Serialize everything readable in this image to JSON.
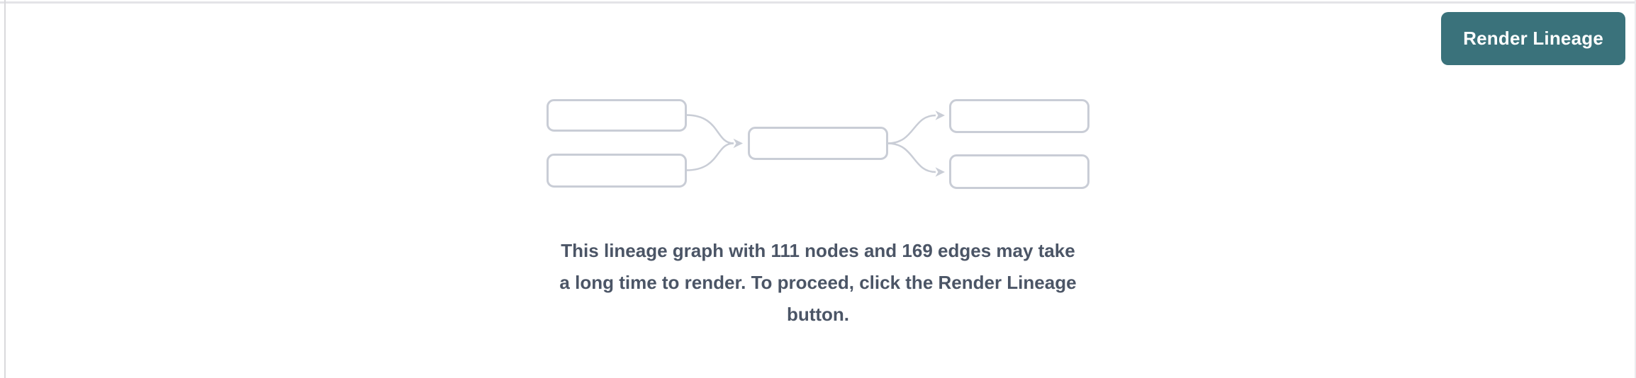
{
  "toolbar": {
    "render_lineage_button": {
      "label": "Render Lineage",
      "background_color": "#3a727b",
      "text_color": "#ffffff"
    }
  },
  "empty_state": {
    "message_full": "This lineage graph with 111 nodes and 169 edges may take a long time to render. To proceed, click the Render Lineage button.",
    "message_lines": [
      "This lineage graph with 111 nodes and 169 edges may take",
      "a long time to render. To proceed, click the Render Lineage",
      "button."
    ],
    "nodes_count": "111",
    "edges_count": "169",
    "text_color": "#4b5566",
    "illustration": {
      "name": "lineage-graph-placeholder",
      "box_border_color": "#c9cdd6",
      "edge_color": "#c9cdd6"
    }
  },
  "page": {
    "background_color": "#ffffff",
    "top_rule_color": "#e4e4e7",
    "left_rule_color": "#d9d9dc"
  }
}
